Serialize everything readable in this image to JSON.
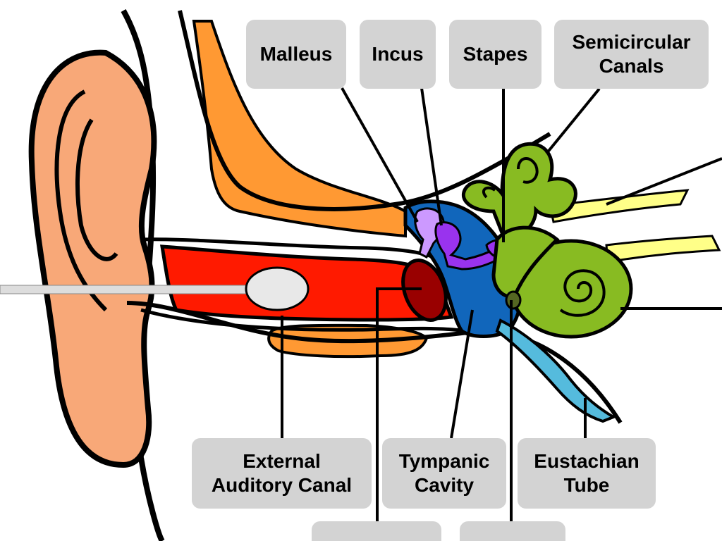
{
  "labels": {
    "malleus": "Malleus",
    "incus": "Incus",
    "stapes": "Stapes",
    "semicircular_canals": "Semicircular\nCanals",
    "external_auditory_canal": "External\nAuditory Canal",
    "tympanic_cavity": "Tympanic\nCavity",
    "eustachian_tube": "Eustachian\nTube"
  },
  "colors": {
    "skin": "#f8a878",
    "bone": "#ff9933",
    "canal": "#ff1a00",
    "eardrum": "#990000",
    "middle_ear": "#1166bb",
    "ossicles": "#9933ee",
    "malleus": "#cc99ff",
    "inner_ear": "#88bb22",
    "nerve": "#ffff88",
    "eustachian": "#55bbdd",
    "label_box": "#d3d3d3",
    "swab_stick": "#dddddd",
    "swab_tip": "#e8e8e8"
  }
}
